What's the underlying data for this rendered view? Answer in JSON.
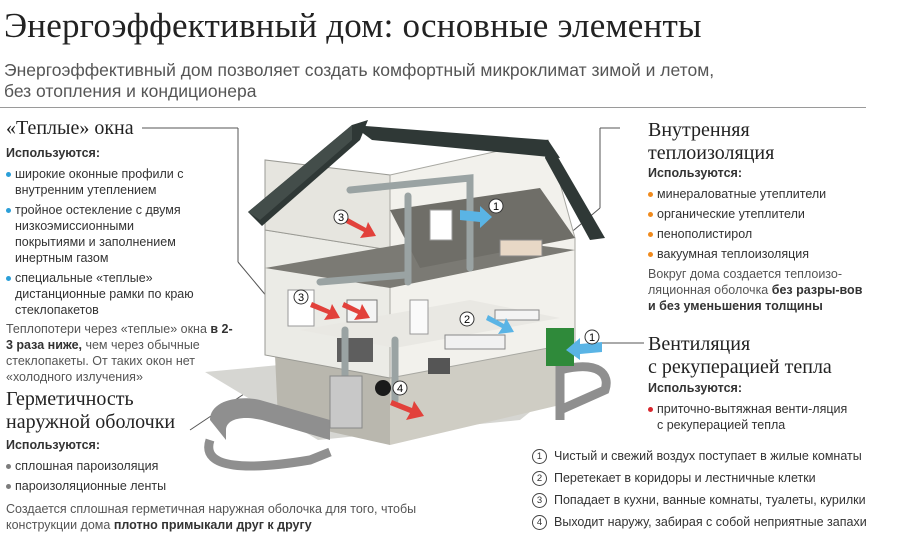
{
  "header": {
    "title": "Энергоэффективный дом: основные элементы",
    "subtitle_line1": "Энергоэффективный дом позволяет создать комфортный микроклимат зимой и летом,",
    "subtitle_line2": "без отопления и кондиционера"
  },
  "windows": {
    "title": "«Теплые» окна",
    "used": "Используются:",
    "items": [
      "широкие оконные профили с внутренним утеплением",
      "тройное остекление с двумя низкоэмиссионными покрытиями и заполнением инертным газом",
      "специальные «теплые» дистанционные рамки по краю стеклопакетов"
    ],
    "note_pre": "Теплопотери через «теплые» окна ",
    "note_bold": "в 2-3 раза ниже,",
    "note_post": " чем через обычные стеклопакеты. От таких окон нет «холодного излучения»"
  },
  "envelope": {
    "title_line1": "Герметичность",
    "title_line2": "наружной оболочки",
    "used": "Используются:",
    "items": [
      "сплошная пароизоляция",
      "пароизоляционные ленты"
    ],
    "note_pre": "Создается сплошная герметичная наружная оболочка для того, чтобы конструкции дома ",
    "note_bold": "плотно примыкали друг к другу"
  },
  "insulation": {
    "title_line1": "Внутренняя",
    "title_line2": "теплоизоляция",
    "used": "Используются:",
    "items": [
      "минераловатные утеплители",
      "органические утеплители",
      "пенополистирол",
      "вакуумная теплоизоляция"
    ],
    "note_pre": "Вокруг дома создается теплоизо-ляционная оболочка ",
    "note_bold": "без разры-вов и без уменьшения толщины"
  },
  "ventilation": {
    "title_line1": "Вентиляция",
    "title_line2": "с рекуперацией тепла",
    "used": "Используются:",
    "items": [
      "приточно-вытяжная венти-ляция с рекуперацией тепла"
    ]
  },
  "legend": [
    {
      "num": "1",
      "text": "Чистый и свежий воздух поступает в жилые комнаты"
    },
    {
      "num": "2",
      "text": "Перетекает в коридоры и лестничные клетки"
    },
    {
      "num": "3",
      "text": "Попадает в кухни, ванные комнаты, туалеты, курилки"
    },
    {
      "num": "4",
      "text": "Выходит наружу, забирая с собой неприятные запахи"
    }
  ],
  "diagram_markers": [
    "1",
    "1",
    "2",
    "3",
    "3",
    "4"
  ],
  "colors": {
    "fresh_air": "#5ab4e5",
    "exhaust_air": "#e2413b",
    "bullet_blue": "#2b9fd8",
    "bullet_orange": "#f08a1c",
    "bullet_red": "#d8262d",
    "roof": "#2f3836",
    "unit": "#2f8a3a"
  }
}
